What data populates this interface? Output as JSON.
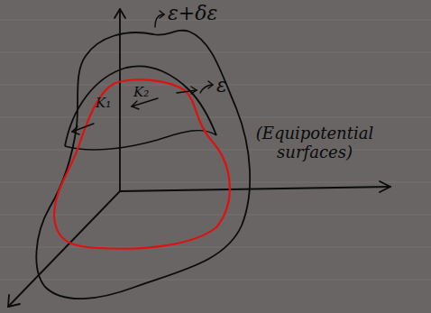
{
  "diagram": {
    "labels": [
      "ε+δε",
      "ε",
      "K₁",
      "K₂",
      "(Equipotential surfaces)"
    ]
  }
}
